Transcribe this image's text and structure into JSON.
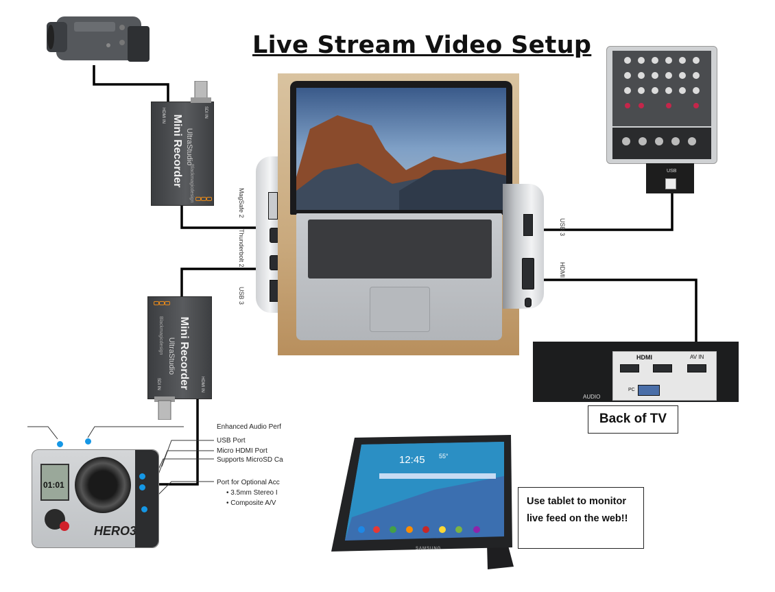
{
  "title": "Live Stream Video Setup",
  "recorder_top": {
    "brand": "Blackmagicdesign",
    "subtitle": "UltraStudio",
    "name": "Mini Recorder",
    "port_left": "HDMI IN",
    "port_right": "SDI IN"
  },
  "recorder_bottom": {
    "brand": "Blackmagicdesign",
    "subtitle": "UltraStudio",
    "name": "Mini Recorder",
    "port_left": "SDI IN",
    "port_right": "HDMI IN"
  },
  "laptop_left_ports": [
    "MagSafe 2",
    "Thunderbolt 2",
    "USB 3"
  ],
  "laptop_right_ports": [
    "USB 3",
    "HDMI"
  ],
  "tv": {
    "label": "Back of TV",
    "panel_header": "HDMI",
    "panel_header2": "AV IN",
    "sub_label": "AUDIO",
    "pc_label": "PC"
  },
  "gopro": {
    "model": "HERO3",
    "screen_text": "01:01",
    "features": [
      "Enhanced Audio Perf",
      "USB Port",
      "Micro HDMI Port",
      "Supports MicroSD Ca",
      "Port for Optional Acc"
    ],
    "sub_features": [
      "3.5mm Stereo I",
      "Composite A/V"
    ]
  },
  "mixer_label": "USB",
  "tablet": {
    "time": "12:45",
    "brand": "SAMSUNG",
    "weather": "55°"
  },
  "note": "Use tablet to monitor live feed on the web!!",
  "colors": {
    "wire": "#000000",
    "recorder": "#4a4c4f",
    "accent_orange": "#e88a1a",
    "gopro_callout": "#1597e5"
  }
}
